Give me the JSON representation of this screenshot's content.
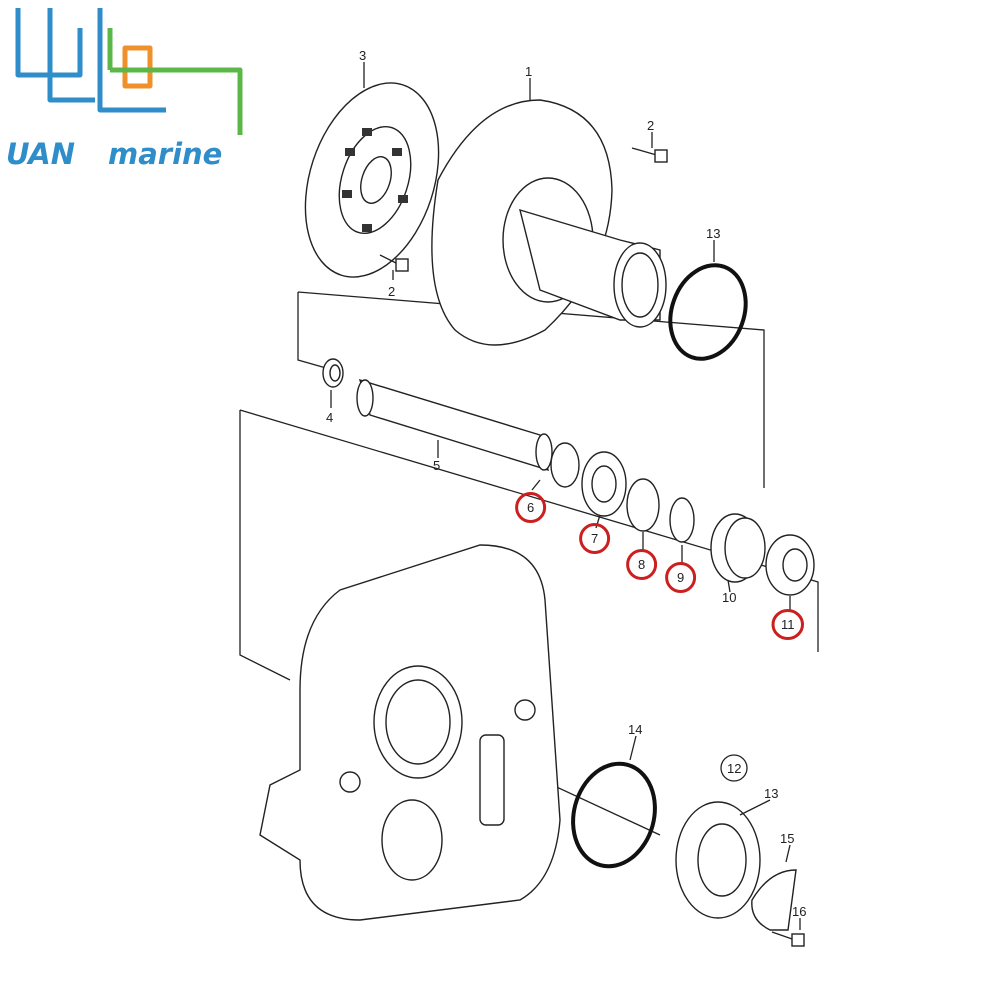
{
  "brand": {
    "name_primary": "UAN",
    "name_secondary": "marine",
    "colors": {
      "blue": "#2f8ec9",
      "orange": "#f0902a",
      "green": "#5bb848"
    }
  },
  "highlight_color": "#cc1f1f",
  "callouts": [
    {
      "id": "c3",
      "text": "3",
      "highlighted": false
    },
    {
      "id": "c1",
      "text": "1",
      "highlighted": false
    },
    {
      "id": "c2a",
      "text": "2",
      "highlighted": false
    },
    {
      "id": "c2b",
      "text": "2",
      "highlighted": false
    },
    {
      "id": "c13a",
      "text": "13",
      "highlighted": false
    },
    {
      "id": "c4",
      "text": "4",
      "highlighted": false
    },
    {
      "id": "c5",
      "text": "5",
      "highlighted": false
    },
    {
      "id": "c6",
      "text": "6",
      "highlighted": true
    },
    {
      "id": "c7",
      "text": "7",
      "highlighted": true
    },
    {
      "id": "c8",
      "text": "8",
      "highlighted": true
    },
    {
      "id": "c9",
      "text": "9",
      "highlighted": true
    },
    {
      "id": "c10",
      "text": "10",
      "highlighted": false
    },
    {
      "id": "c11",
      "text": "11",
      "highlighted": true
    },
    {
      "id": "c14",
      "text": "14",
      "highlighted": false
    },
    {
      "id": "c12",
      "text": "12",
      "highlighted": false,
      "circled": true
    },
    {
      "id": "c13b",
      "text": "13",
      "highlighted": false
    },
    {
      "id": "c15",
      "text": "15",
      "highlighted": false
    },
    {
      "id": "c16",
      "text": "16",
      "highlighted": false
    }
  ]
}
